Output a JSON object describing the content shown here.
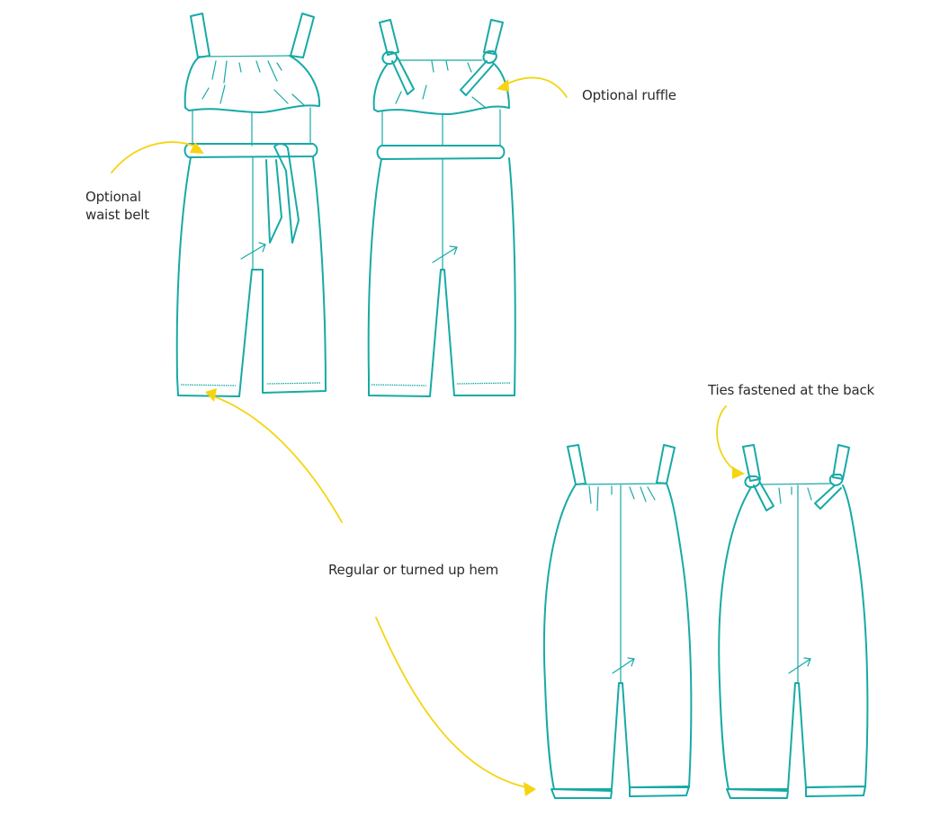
{
  "diagram": {
    "title": "Jumpsuit / romper technical flats",
    "colors": {
      "garment_line": "#17aaa6",
      "arrow": "#f5d412",
      "text": "#2b2b2b",
      "background": "#ffffff"
    },
    "garments": [
      {
        "id": "jumpsuit-front",
        "view": "front",
        "features": [
          "straps",
          "ruffle",
          "waist belt",
          "regular hem"
        ]
      },
      {
        "id": "jumpsuit-back",
        "view": "back",
        "features": [
          "knotted straps",
          "ruffle",
          "waist band",
          "regular hem"
        ]
      },
      {
        "id": "romper-front",
        "view": "front",
        "features": [
          "straps",
          "gathered bodice",
          "turned up hem"
        ]
      },
      {
        "id": "romper-back",
        "view": "back",
        "features": [
          "knotted straps",
          "gathered bodice",
          "turned up hem"
        ]
      }
    ],
    "annotations": [
      {
        "id": "waist-belt",
        "text": "Optional\nwaist belt"
      },
      {
        "id": "ruffle",
        "text": "Optional ruffle"
      },
      {
        "id": "hem",
        "text": "Regular or turned up hem"
      },
      {
        "id": "ties",
        "text": "Ties fastened at the back"
      }
    ]
  }
}
